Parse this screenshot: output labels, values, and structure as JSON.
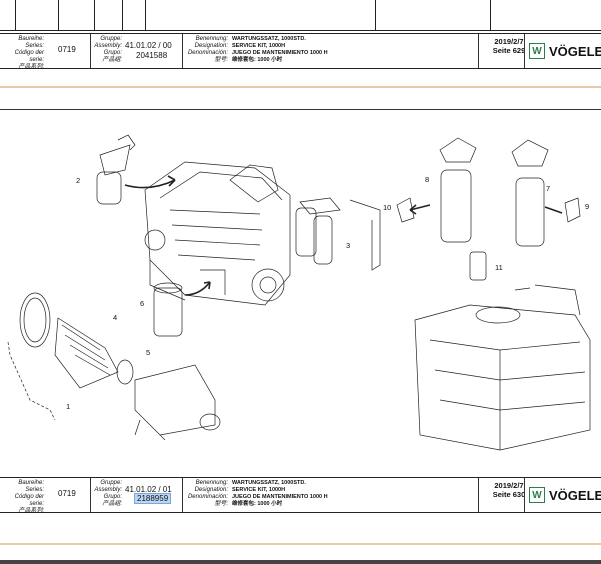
{
  "header_top": {
    "labels": [
      "Baureihe:",
      "Series:",
      "Código der serie:",
      "产品系列:"
    ],
    "series": "0719",
    "group_labels": [
      "Gruppe:",
      "Assembly:",
      "Grupo:",
      "产品组:"
    ],
    "assembly": "41.01.02 / 00",
    "grupo": "2041588",
    "desc_labels": [
      "Benennung:",
      "Designation:",
      "Denominación:",
      "型号:"
    ],
    "desc": [
      "WARTUNGSSATZ, 1000STD.",
      "SERVICE KIT, 1000H",
      "JUEGO DE MANTENIMIENTO 1000 H",
      "维修套包: 1000 小时"
    ],
    "date": "2019/2/7",
    "page": "Seite 629",
    "brand": "VÖGELE",
    "brand_icon": "W"
  },
  "header_bottom": {
    "labels": [
      "Baureihe:",
      "Series:",
      "Código der serie:",
      "产品系列:"
    ],
    "series": "0719",
    "group_labels": [
      "Gruppe:",
      "Assembly:",
      "Grupo:",
      "产品组:"
    ],
    "assembly": "41.01.02 / 01",
    "grupo": "2188959",
    "desc_labels": [
      "Benennung:",
      "Designation:",
      "Denominación:",
      "型号:"
    ],
    "desc": [
      "WARTUNGSSATZ, 1000STD.",
      "SERVICE KIT, 1000H",
      "JUEGO DE MANTENIMIENTO 1000 H",
      "维修套包: 1000 小时"
    ],
    "date": "2019/2/7",
    "page": "Seite 630",
    "brand": "VÖGELE",
    "brand_icon": "W"
  },
  "callouts": [
    "1",
    "2",
    "3",
    "4",
    "5",
    "6",
    "7",
    "8",
    "9",
    "10",
    "11"
  ],
  "colors": {
    "band": "#e8c9a8",
    "logo": "#2e7d4a",
    "highlight": "#bcd7f5"
  }
}
